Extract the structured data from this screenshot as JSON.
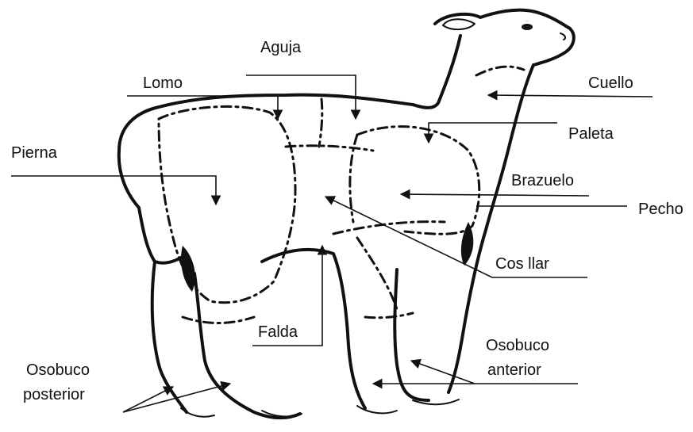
{
  "labels": {
    "aguja": "Aguja",
    "lomo": "Lomo",
    "cuello": "Cuello",
    "paleta": "Paleta",
    "pierna": "Pierna",
    "brazuelo": "Brazuelo",
    "pecho": "Pecho",
    "costillar": "Cos   llar",
    "falda": "Falda",
    "osobuco_posterior_line1": "Osobuco",
    "osobuco_posterior_line2": "posterior",
    "osobuco_anterior_line1": "Osobuco",
    "osobuco_anterior_line2": "anterior"
  }
}
